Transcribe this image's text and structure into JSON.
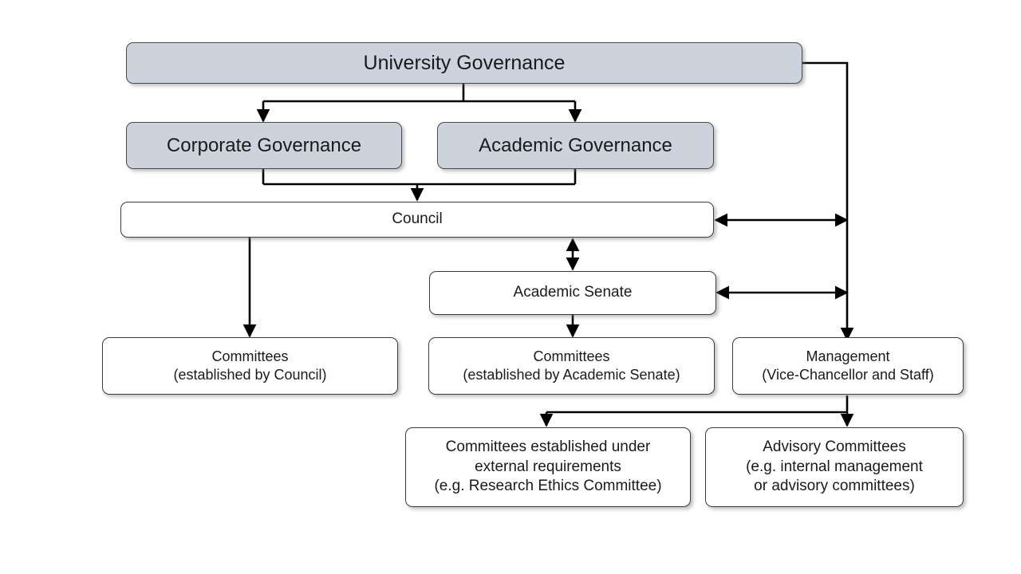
{
  "diagram": {
    "title": "University Governance",
    "type": "organizational-hierarchy-chart",
    "accent_fill": "#ccd3dd",
    "line_color": "#000000",
    "background": "#ffffff"
  },
  "nodes": {
    "university_governance": {
      "label": "University Governance"
    },
    "corporate_governance": {
      "label": "Corporate Governance"
    },
    "academic_governance": {
      "label": "Academic Governance"
    },
    "council": {
      "label": "Council"
    },
    "academic_senate": {
      "label": "Academic Senate"
    },
    "committees_council": {
      "label": "Committees\n(established by Council)"
    },
    "committees_senate": {
      "label": "Committees\n(established by Academic Senate)"
    },
    "management": {
      "label": "Management\n(Vice-Chancellor and Staff)"
    },
    "committees_external": {
      "label": "Committees established under\nexternal requirements\n(e.g. Research Ethics Committee)"
    },
    "advisory_committees": {
      "label": "Advisory Committees\n(e.g. internal management\nor advisory committees)"
    }
  },
  "edges": [
    {
      "from": "university_governance",
      "to": "corporate_governance",
      "style": "elbow-down",
      "arrow": "single"
    },
    {
      "from": "university_governance",
      "to": "academic_governance",
      "style": "elbow-down",
      "arrow": "single"
    },
    {
      "from": "university_governance",
      "to": "management",
      "style": "elbow-right-down",
      "arrow": "single"
    },
    {
      "from": "corporate_governance",
      "to": "council",
      "style": "elbow-merge",
      "arrow": "single"
    },
    {
      "from": "academic_governance",
      "to": "council",
      "style": "elbow-merge",
      "arrow": "single"
    },
    {
      "from": "council",
      "to": "academic_senate",
      "style": "vertical",
      "arrow": "double"
    },
    {
      "from": "council",
      "to": "management",
      "style": "horizontal",
      "arrow": "double"
    },
    {
      "from": "academic_senate",
      "to": "management",
      "style": "horizontal",
      "arrow": "double"
    },
    {
      "from": "council",
      "to": "committees_council",
      "style": "vertical",
      "arrow": "single"
    },
    {
      "from": "academic_senate",
      "to": "committees_senate",
      "style": "vertical",
      "arrow": "single"
    },
    {
      "from": "management",
      "to": "committees_external",
      "style": "elbow-down-split",
      "arrow": "single"
    },
    {
      "from": "management",
      "to": "advisory_committees",
      "style": "elbow-down-split",
      "arrow": "single"
    }
  ]
}
